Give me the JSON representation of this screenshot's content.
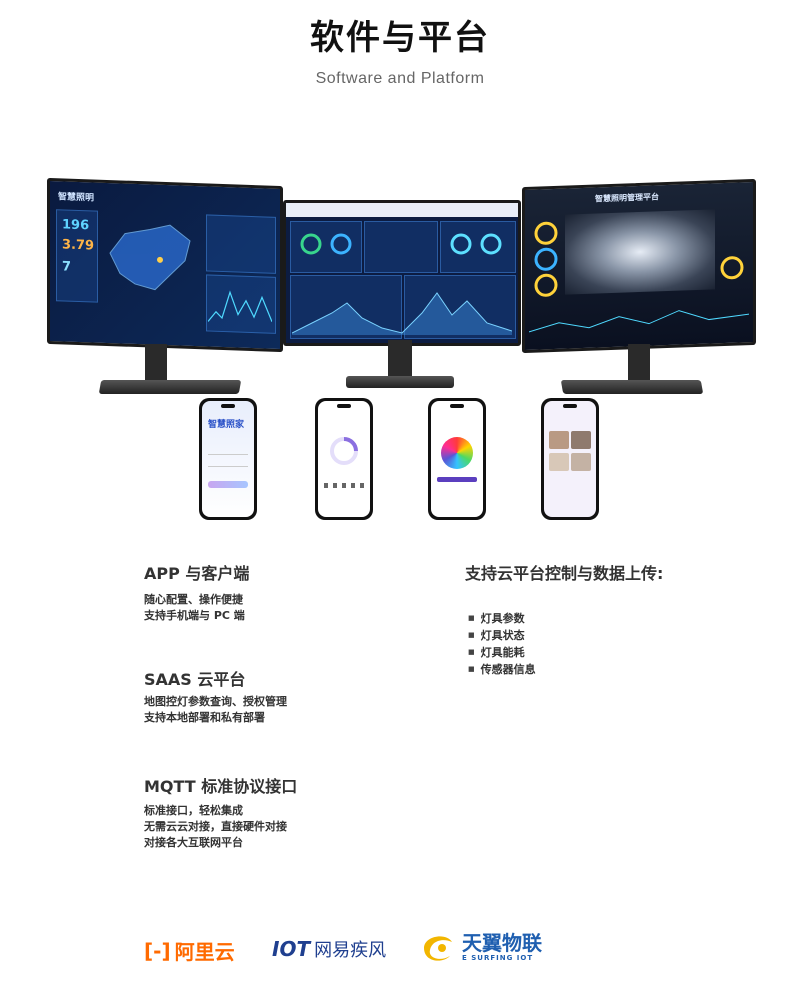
{
  "header": {
    "title": "软件与平台",
    "subtitle": "Software and Platform"
  },
  "monitors": {
    "left": {
      "title": "智慧照明",
      "values": [
        "196",
        "3.79",
        "7"
      ]
    },
    "right": {
      "title": "智慧照明管理平台"
    }
  },
  "phones": {
    "login": {
      "brand": "智慧照家"
    }
  },
  "sections": {
    "app": {
      "heading": "APP 与客户端",
      "lines": [
        "随心配置、操作便捷",
        "支持手机端与 PC 端"
      ]
    },
    "saas": {
      "heading": "SAAS 云平台",
      "lines": [
        "地图控灯参数查询、授权管理",
        "支持本地部署和私有部署"
      ]
    },
    "mqtt": {
      "heading": "MQTT 标准协议接口",
      "lines": [
        "标准接口，轻松集成",
        "无需云云对接，直接硬件对接",
        "对接各大互联网平台"
      ]
    },
    "cloud": {
      "heading": "支持云平台控制与数据上传:",
      "items": [
        "灯具参数",
        "灯具状态",
        "灯具能耗",
        "传感器信息"
      ]
    }
  },
  "logos": {
    "aliyun": {
      "mark": "[-]",
      "text": "阿里云",
      "color": "#ff6a00"
    },
    "netease": {
      "mark": "IOT",
      "text": "网易疾风",
      "color": "#1f3f8f"
    },
    "tianyi": {
      "text": "天翼物联",
      "sub": "E SURFING IOT",
      "color": "#1f5fb0",
      "accent": "#f2b600"
    }
  }
}
